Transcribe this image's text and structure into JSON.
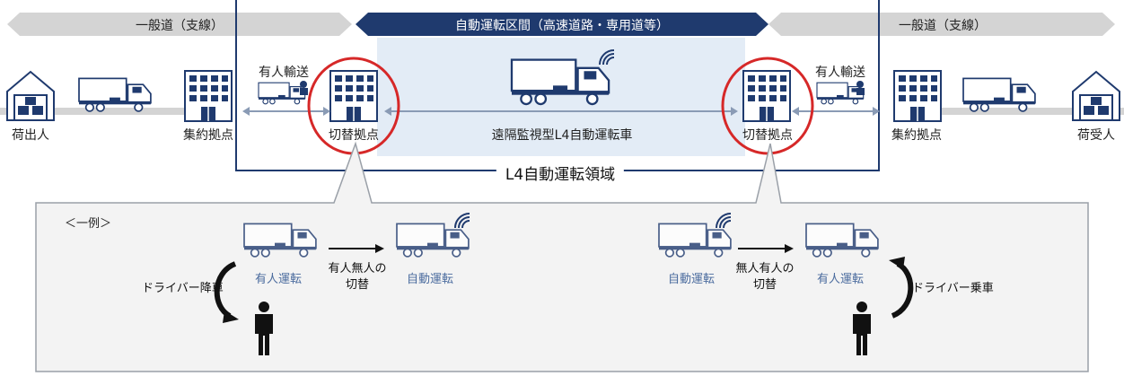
{
  "top": {
    "road_left": "一般道（支線）",
    "road_right": "一般道（支線）",
    "auto_section": "自動運転区間（高速道路・専用道等）",
    "manned_left": "有人輸送",
    "manned_right": "有人輸送",
    "shipper": "荷出人",
    "hub_left": "集約拠点",
    "switch_left": "切替拠点",
    "remote_truck": "遠隔監視型L4自動運転車",
    "switch_right": "切替拠点",
    "hub_right": "集約拠点",
    "receiver": "荷受人",
    "l4_domain": "L4自動運転領域"
  },
  "example": {
    "title": "＜一例＞",
    "left": {
      "driver_action": "ドライバー降車",
      "state_from": "有人運転",
      "switch_label": [
        "有人無人の",
        "切替"
      ],
      "state_to": "自動運転"
    },
    "right": {
      "driver_action": "ドライバー乗車",
      "state_from": "自動運転",
      "switch_label": [
        "無人有人の",
        "切替"
      ],
      "state_to": "有人運転"
    }
  },
  "colors": {
    "navy": "#1f3a6e",
    "gray_band": "#d4d4d4",
    "auto_bg": "#e3ecf6",
    "circle_red": "#d62828",
    "panel_bg": "#f3f3f3",
    "truck_blue": "#4a6b9e"
  }
}
